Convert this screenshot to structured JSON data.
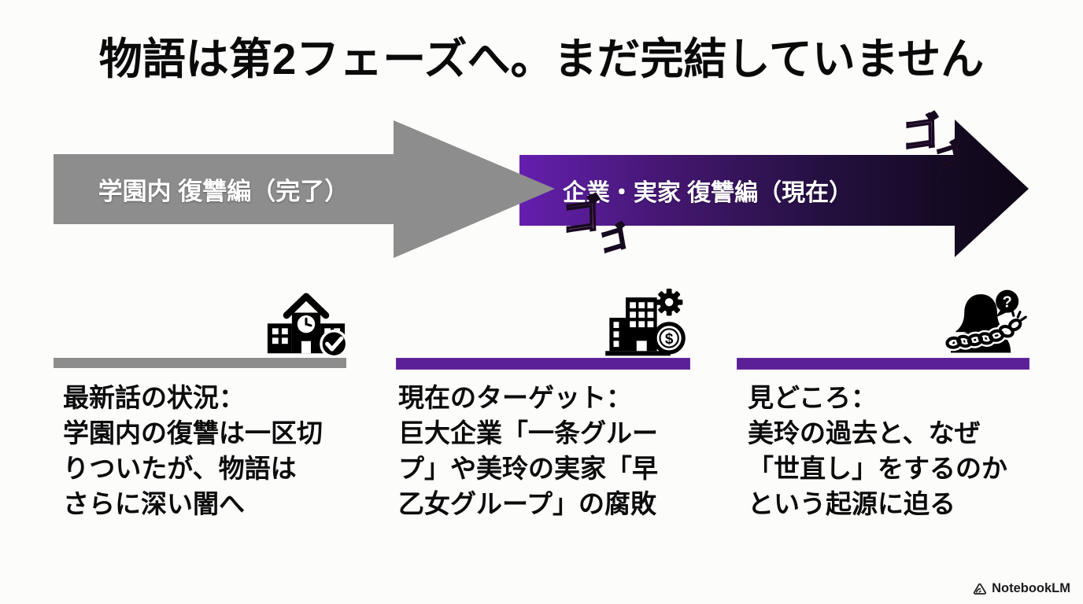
{
  "title": "物語は第2フェーズへ。まだ完結していません",
  "timeline": {
    "phase1": {
      "label": "学園内 復讐編（完了）",
      "color": "#8d8d8d"
    },
    "phase2": {
      "label": "企業・実家 復讐編（現在）",
      "gradient_start": "#641fae",
      "gradient_end": "#0e0716"
    },
    "sfx": {
      "glyph": "ゴ"
    }
  },
  "columns": [
    {
      "icon": "school-check-icon",
      "bar_color": "#8d8d8d",
      "heading": "最新話の状況：",
      "body_lines": [
        "学園内の復讐は一区切",
        "りついたが、物語は",
        "さらに深い闇へ"
      ]
    },
    {
      "icon": "corporation-gear-money-icon",
      "bar_color": "#5b1f96",
      "heading": "現在のターゲット：",
      "body_lines": [
        "巨大企業「一条グルー",
        "プ」や美玲の実家「早",
        "乙女グループ」の腐敗"
      ]
    },
    {
      "icon": "woman-chain-question-icon",
      "bar_color": "#5b1f96",
      "heading": "見どころ：",
      "body_lines": [
        "美玲の過去と、なぜ",
        "「世直し」をするのか",
        "という起源に迫る"
      ]
    }
  ],
  "icon_glyphs": {
    "coin_symbol": "$",
    "question_mark": "?"
  },
  "watermark": {
    "label": "NotebookLM"
  }
}
